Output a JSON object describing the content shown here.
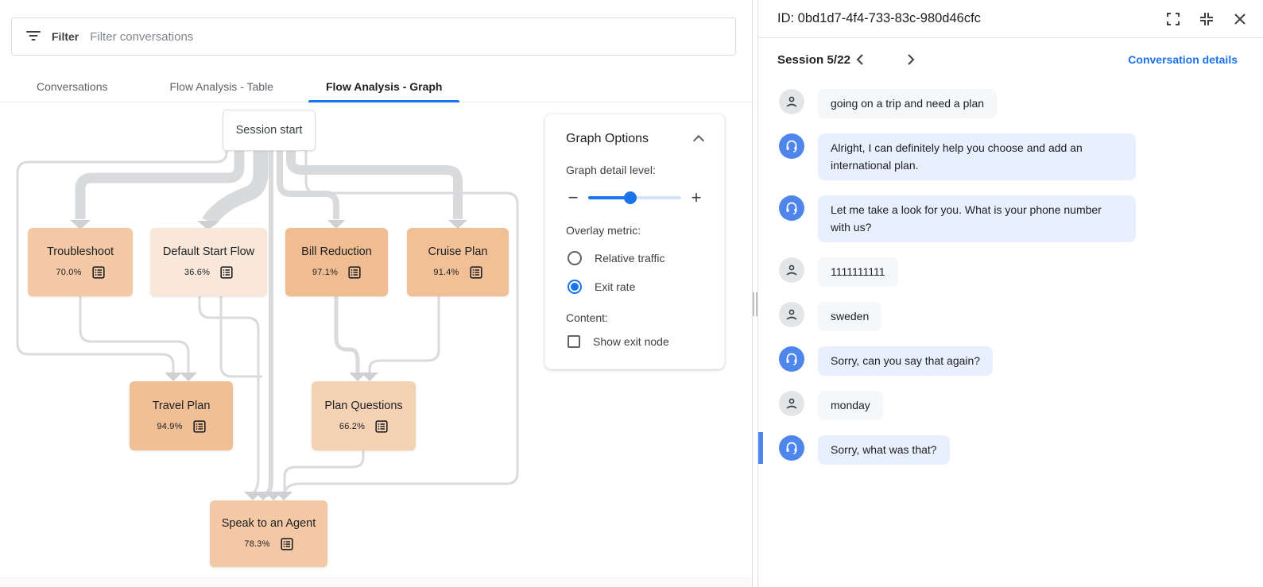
{
  "left_panel": {
    "filter": {
      "label": "Filter",
      "placeholder": "Filter conversations"
    },
    "tabs": [
      {
        "label": "Conversations",
        "active": false
      },
      {
        "label": "Flow Analysis - Table",
        "active": false
      },
      {
        "label": "Flow Analysis - Graph",
        "active": true
      }
    ],
    "graph": {
      "start_node_label": "Session start",
      "nodes": [
        {
          "label": "Troubleshoot",
          "value": "70.0%",
          "color": "#f3c9a6"
        },
        {
          "label": "Default Start Flow",
          "value": "36.6%",
          "color": "#f9e8da"
        },
        {
          "label": "Bill Reduction",
          "value": "97.1%",
          "color": "#f0bd92"
        },
        {
          "label": "Cruise Plan",
          "value": "91.4%",
          "color": "#f1c097"
        },
        {
          "label": "Travel Plan",
          "value": "94.9%",
          "color": "#f0bf95"
        },
        {
          "label": "Plan Questions",
          "value": "66.2%",
          "color": "#f5d2b4"
        },
        {
          "label": "Speak to an Agent",
          "value": "78.3%",
          "color": "#f3c8a4"
        }
      ]
    },
    "graph_options": {
      "title": "Graph Options",
      "detail_label": "Graph detail level:",
      "slider_percent": 45,
      "overlay_label": "Overlay metric:",
      "radios": [
        {
          "label": "Relative traffic",
          "selected": false
        },
        {
          "label": "Exit rate",
          "selected": true
        }
      ],
      "content_label": "Content:",
      "checkbox_label": "Show exit node",
      "checkbox_checked": false
    }
  },
  "right_panel": {
    "header": {
      "title": "ID: 0bd1d7-4f4-733-83c-980d46cfc"
    },
    "session": {
      "label": "Session 5/22",
      "details_link": "Conversation details"
    },
    "messages": [
      {
        "role": "user",
        "text": "going on a trip and need a plan",
        "highlighted": false
      },
      {
        "role": "agent",
        "text": "Alright, I can definitely help you choose and add an international plan.",
        "highlighted": false
      },
      {
        "role": "agent",
        "text": "Let me take a look for you. What is your phone number with us?",
        "highlighted": false
      },
      {
        "role": "user",
        "text": "1111111111",
        "highlighted": false
      },
      {
        "role": "user",
        "text": "sweden",
        "highlighted": false
      },
      {
        "role": "agent",
        "text": "Sorry, can you say that again?",
        "highlighted": false
      },
      {
        "role": "user",
        "text": "monday",
        "highlighted": false
      },
      {
        "role": "agent",
        "text": "Sorry, what was that?",
        "highlighted": true
      }
    ]
  },
  "colors": {
    "accent_blue": "#1a73e8",
    "tab_underline": "#1a73e8",
    "agent_avatar": "#4e86ec",
    "agent_bubble": "#e8f0fe",
    "user_bubble": "#f6f7f8",
    "edge_gray": "#d9dadc",
    "arrow_gray": "#cfd0d3",
    "highlight_bar": "#4d86ec"
  }
}
